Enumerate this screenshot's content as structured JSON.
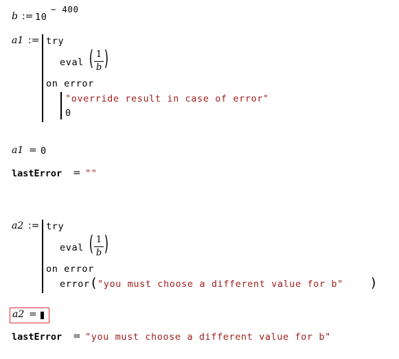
{
  "worksheet": {
    "line1": {
      "var": "b",
      "assign": ":=",
      "base": "10",
      "exponent": "− 400"
    },
    "block1": {
      "var": "a1",
      "assign": ":=",
      "try_kw": "try",
      "eval_fn": "eval",
      "frac_num": "1",
      "frac_den": "b",
      "on_error_kw": "on error",
      "override_string": "\"override result in case of error\"",
      "override_value": "0"
    },
    "result1": {
      "var": "a1",
      "eq": "=",
      "value": "0"
    },
    "lasterror1": {
      "label": "lastError",
      "eq": "=",
      "value": "\"\""
    },
    "block2": {
      "var": "a2",
      "assign": ":=",
      "try_kw": "try",
      "eval_fn": "eval",
      "frac_num": "1",
      "frac_den": "b",
      "on_error_kw": "on error",
      "error_fn": "error",
      "error_msg": "\"you must choose a different value for b\""
    },
    "result2": {
      "var": "a2",
      "eq": "="
    },
    "lasterror2": {
      "label": "lastError",
      "eq": "=",
      "value": "\"you must choose a different value for b\""
    }
  },
  "colors": {
    "string": "#a02020",
    "error_box": "#e03030"
  }
}
